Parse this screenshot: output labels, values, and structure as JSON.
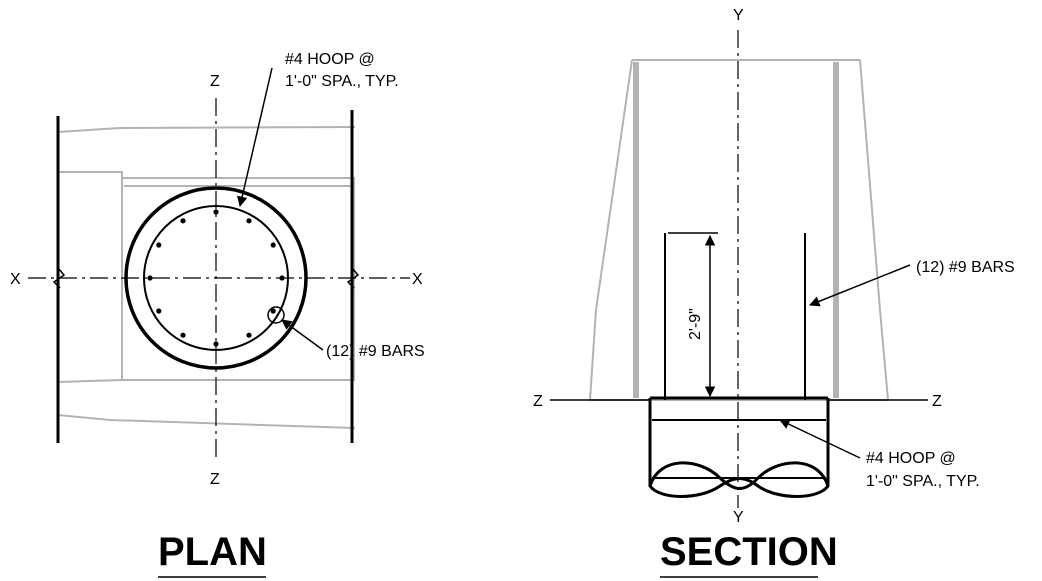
{
  "plan": {
    "axis_x_left": "X",
    "axis_x_right": "X",
    "axis_z_top": "Z",
    "axis_z_bottom": "Z",
    "hoop_callout_line1": "#4 HOOP @",
    "hoop_callout_line2": "1'-0\" SPA., TYP.",
    "bars_callout": "(12) #9 BARS",
    "title": "PLAN"
  },
  "section": {
    "axis_y_top": "Y",
    "axis_y_bottom": "Y",
    "axis_z_left": "Z",
    "axis_z_right": "Z",
    "dimension": "2'-9\"",
    "bars_callout": "(12) #9 BARS",
    "hoop_callout_line1": "#4 HOOP @",
    "hoop_callout_line2": "1'-0\" SPA., TYP.",
    "title": "SECTION"
  },
  "colors": {
    "line": "#000000",
    "background_structure": "#b3b3b3"
  }
}
